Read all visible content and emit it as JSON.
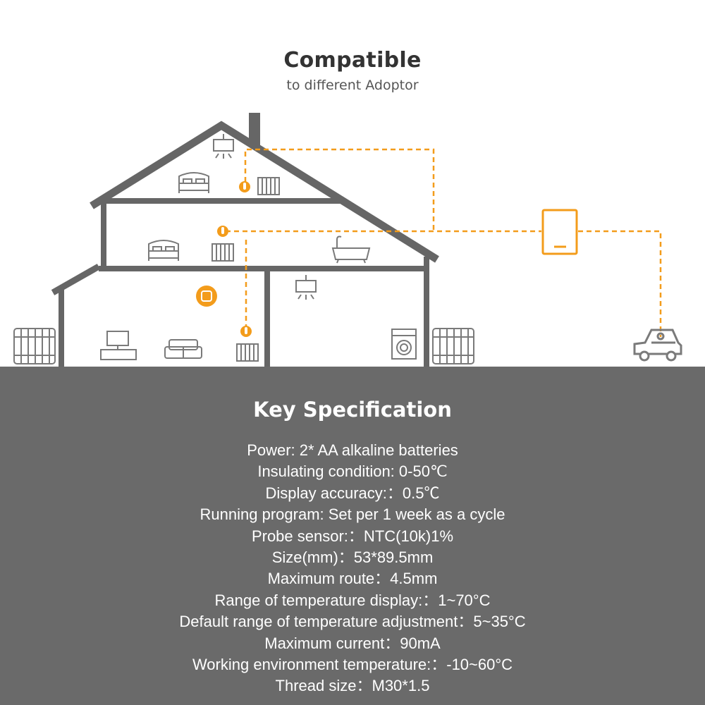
{
  "header": {
    "title": "Compatible",
    "subtitle": "to different Adoptor"
  },
  "colors": {
    "house_gray": "#666666",
    "accent_orange": "#f39c1b",
    "panel_gray": "#6a6a6a",
    "icon_gray": "#7a7a7a"
  },
  "icons": [
    "ceiling-light-icon",
    "bed-icon",
    "thermostat-valve-icon",
    "radiator-icon",
    "bathtub-icon",
    "thermostat-controller-icon",
    "tv-icon",
    "sofa-icon",
    "washing-machine-icon",
    "gateway-hub-icon",
    "car-icon"
  ],
  "specs": {
    "title": "Key Specification",
    "items": [
      "Power: 2* AA alkaline batteries",
      "Insulating condition: 0-50℃",
      "Display accuracy:：0.5℃",
      "Running program: Set per 1 week as a cycle",
      "Probe sensor:：NTC(10k)1%",
      "Size(mm)：53*89.5mm",
      "Maximum route：4.5mm",
      "Range of temperature display:：1~70°C",
      "Default range of temperature adjustment：5~35°C",
      "Maximum current：90mA",
      "Working environment temperature:：-10~60°C",
      "Thread size：M30*1.5"
    ]
  }
}
